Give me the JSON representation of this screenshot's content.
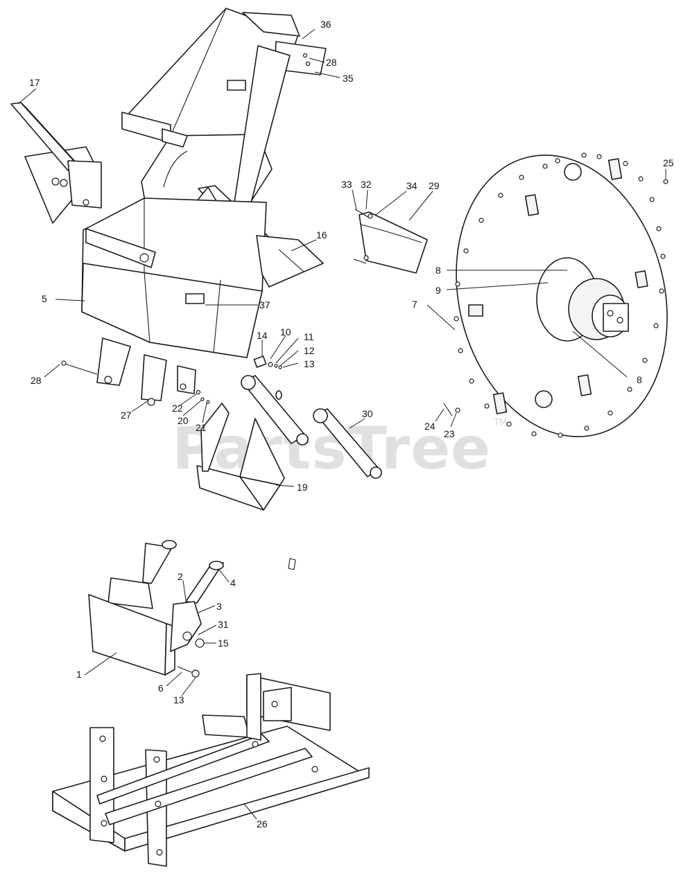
{
  "watermark": {
    "text": "PartsTree",
    "trademark": "TM"
  },
  "callouts": {
    "c1": "1",
    "c2": "2",
    "c3": "3",
    "c4": "4",
    "c5": "5",
    "c6": "6",
    "c7": "7",
    "c8a": "8",
    "c8b": "8",
    "c9": "9",
    "c10": "10",
    "c11": "11",
    "c12": "12",
    "c13a": "13",
    "c13b": "13",
    "c14": "14",
    "c15": "15",
    "c16": "16",
    "c17": "17",
    "c19": "19",
    "c20": "20",
    "c21": "21",
    "c22": "22",
    "c23": "23",
    "c24": "24",
    "c25": "25",
    "c26": "26",
    "c27": "27",
    "c28a": "28",
    "c28b": "28",
    "c29": "29",
    "c30": "30",
    "c31": "31",
    "c32": "32",
    "c33": "33",
    "c34": "34",
    "c35": "35",
    "c36": "36",
    "c37": "37"
  }
}
